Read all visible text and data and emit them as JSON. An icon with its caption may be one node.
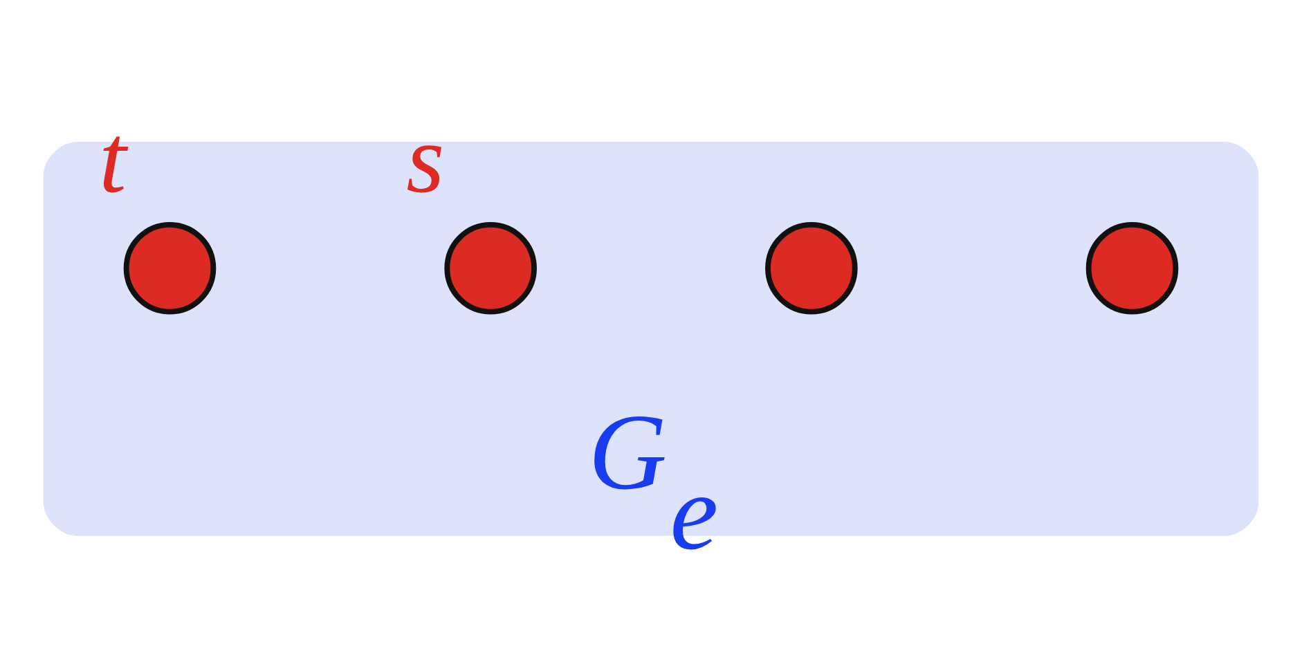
{
  "diagram": {
    "nodes": [
      {
        "text": [
          "G$_{e}$"
        ]
      },
      {
        "text": [],
        "shape": "circle",
        "in": 0
      },
      {
        "text": [],
        "shape": "circle",
        "in": 0
      },
      {
        "text": [],
        "shape": "circle",
        "in": 0,
        "beside": [
          "s"
        ]
      },
      {
        "text": [],
        "shape": "circle",
        "in": 0,
        "beside": [
          "t"
        ]
      }
    ],
    "edges": []
  }
}
